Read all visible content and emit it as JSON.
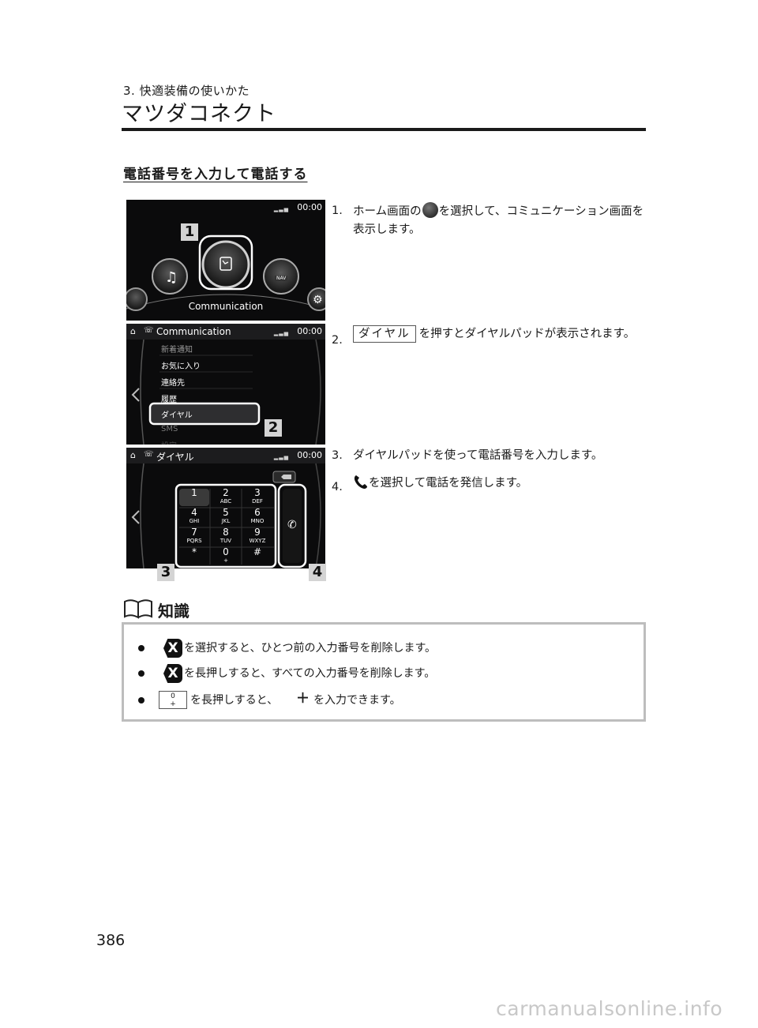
{
  "header": {
    "chapter": "3. 快適装備の使いかた",
    "title": "マツダコネクト"
  },
  "section": {
    "heading": "電話番号を入力して電話する"
  },
  "screen1": {
    "clock": "00:00",
    "label": "Communication",
    "callout": "1",
    "nav_badge": "NAV"
  },
  "screen2": {
    "clock": "00:00",
    "title": "Communication",
    "menu": [
      "新着通知",
      "お気に入り",
      "連絡先",
      "履歴",
      "ダイヤル",
      "SMS",
      "設定"
    ],
    "callout": "2"
  },
  "screen3": {
    "clock": "00:00",
    "title": "ダイヤル",
    "keys": [
      {
        "main": "1",
        "sub": ""
      },
      {
        "main": "2",
        "sub": "ABC"
      },
      {
        "main": "3",
        "sub": "DEF"
      },
      {
        "main": "4",
        "sub": "GHI"
      },
      {
        "main": "5",
        "sub": "JKL"
      },
      {
        "main": "6",
        "sub": "MNO"
      },
      {
        "main": "7",
        "sub": "PQRS"
      },
      {
        "main": "8",
        "sub": "TUV"
      },
      {
        "main": "9",
        "sub": "WXYZ"
      },
      {
        "main": "*",
        "sub": ""
      },
      {
        "main": "0",
        "sub": "+"
      },
      {
        "main": "#",
        "sub": ""
      }
    ],
    "callout_left": "3",
    "callout_right": "4"
  },
  "steps": {
    "s1_num": "1.",
    "s1_pre": "ホーム画面の",
    "s1_post": "を選択して、コミュニケーション画面を表示します。",
    "s2_num": "2.",
    "s2_button": "ダイヤル",
    "s2_post": "を押すとダイヤルパッドが表示されます。",
    "s3_num": "3.",
    "s3_text": "ダイヤルパッドを使って電話番号を入力します。",
    "s4_num": "4.",
    "s4_text": "を選択して電話を発信します。"
  },
  "knowledge": {
    "title": "知識",
    "b1": "を選択すると、ひとつ前の入力番号を削除します。",
    "b2": "を長押しすると、すべての入力番号を削除します。",
    "b3_pre": "を長押しすると、",
    "b3_post": "を入力できます。",
    "x_glyph": "X",
    "zero_main": "0",
    "zero_sub": "+",
    "plus_glyph": "＋"
  },
  "footer": {
    "page_number": "386",
    "watermark": "carmanualsonline.info"
  }
}
